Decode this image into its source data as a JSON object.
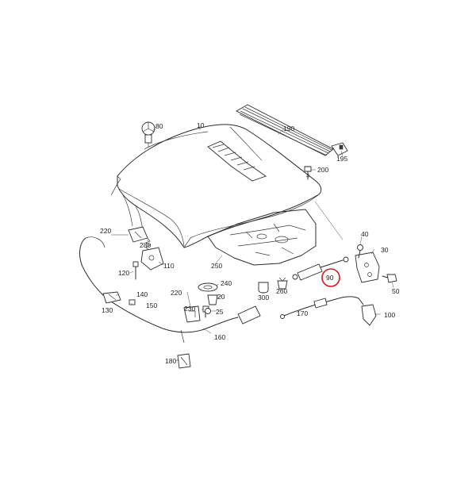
{
  "callouts": [
    {
      "id": "10",
      "text": "10"
    },
    {
      "id": "20",
      "text": "20"
    },
    {
      "id": "25",
      "text": "25"
    },
    {
      "id": "30",
      "text": "30"
    },
    {
      "id": "40",
      "text": "40"
    },
    {
      "id": "50",
      "text": "50"
    },
    {
      "id": "80",
      "text": "80"
    },
    {
      "id": "90",
      "text": "90"
    },
    {
      "id": "100",
      "text": "100"
    },
    {
      "id": "110",
      "text": "110"
    },
    {
      "id": "120",
      "text": "120"
    },
    {
      "id": "130",
      "text": "130"
    },
    {
      "id": "140",
      "text": "140"
    },
    {
      "id": "150",
      "text": "150"
    },
    {
      "id": "160",
      "text": "160"
    },
    {
      "id": "170",
      "text": "170"
    },
    {
      "id": "180",
      "text": "180"
    },
    {
      "id": "190",
      "text": "190"
    },
    {
      "id": "195",
      "text": "195"
    },
    {
      "id": "200",
      "text": "200"
    },
    {
      "id": "220a",
      "text": "220"
    },
    {
      "id": "220b",
      "text": "220"
    },
    {
      "id": "230",
      "text": "230"
    },
    {
      "id": "240",
      "text": "240"
    },
    {
      "id": "250",
      "text": "250"
    },
    {
      "id": "260",
      "text": "260"
    },
    {
      "id": "280",
      "text": "280"
    },
    {
      "id": "300",
      "text": "300"
    }
  ],
  "highlight": {
    "callout": "90",
    "color": "#d2171a"
  }
}
